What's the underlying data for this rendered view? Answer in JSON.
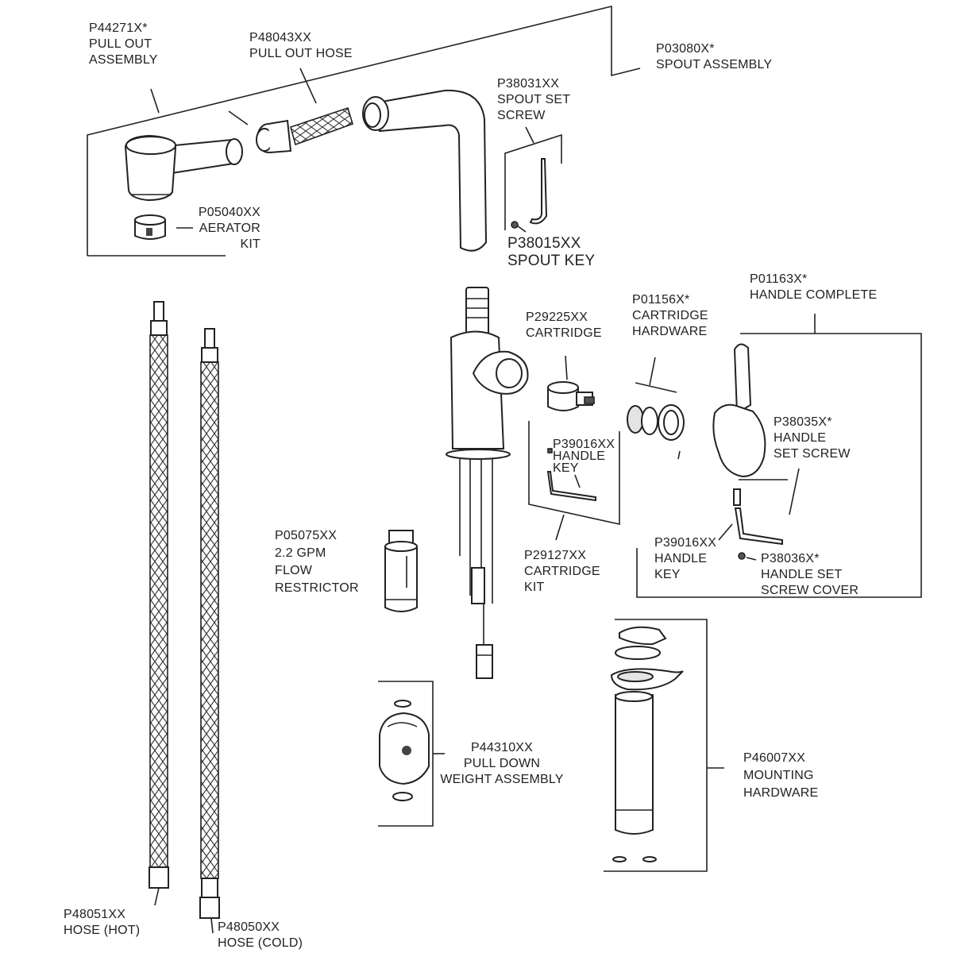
{
  "diagram": {
    "labels": {
      "pull_out_assembly": [
        "P44271X*",
        "PULL OUT",
        "ASSEMBLY"
      ],
      "pull_out_hose": [
        "P48043XX",
        "PULL OUT HOSE"
      ],
      "spout_assembly": [
        "P03080X*",
        "SPOUT ASSEMBLY"
      ],
      "spout_set_screw": [
        "P38031XX",
        "SPOUT SET",
        "SCREW"
      ],
      "aerator_kit": [
        "P05040XX",
        "AERATOR",
        "KIT"
      ],
      "spout_key": [
        "P38015XX",
        "SPOUT KEY"
      ],
      "handle_complete": [
        "P01163X*",
        "HANDLE COMPLETE"
      ],
      "cartridge_hardware": [
        "P01156X*",
        "CARTRIDGE",
        "HARDWARE"
      ],
      "cartridge": [
        "P29225XX",
        "CARTRIDGE"
      ],
      "handle_set_screw": [
        "P38035X*",
        "HANDLE",
        "SET SCREW"
      ],
      "handle_key_cartridge": [
        "P39016XX",
        "HANDLE",
        "KEY"
      ],
      "cartridge_kit": [
        "P29127XX",
        "CARTRIDGE",
        "KIT"
      ],
      "handle_key": [
        "P39016XX",
        "HANDLE",
        "KEY"
      ],
      "handle_set_screw_cover": [
        "P38036X*",
        "HANDLE SET",
        "SCREW COVER"
      ],
      "flow_restrictor": [
        "P05075XX",
        "2.2 GPM",
        "FLOW",
        "RESTRICTOR"
      ],
      "pull_down_weight": [
        "P44310XX",
        "PULL DOWN",
        "WEIGHT ASSEMBLY"
      ],
      "mounting_hardware": [
        "P46007XX",
        "MOUNTING",
        "HARDWARE"
      ],
      "hose_hot": [
        "P48051XX",
        "HOSE (HOT)"
      ],
      "hose_cold": [
        "P48050XX",
        "HOSE (COLD)"
      ]
    }
  }
}
